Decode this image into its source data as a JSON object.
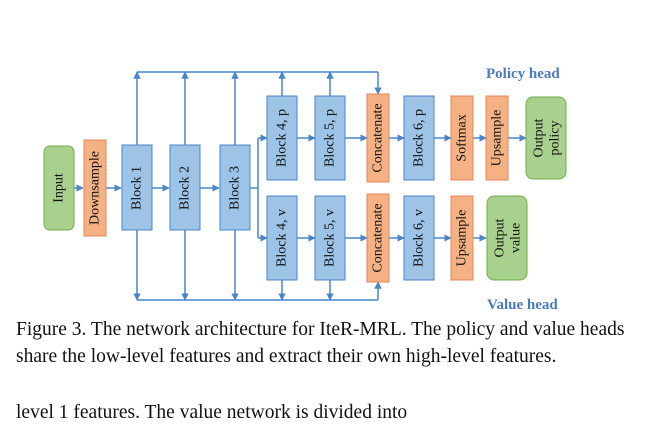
{
  "colors": {
    "line": "#4a86c8",
    "block_fill": "#9dc3e6",
    "block_stroke": "#4a86c8",
    "orange_fill": "#f4b183",
    "orange_stroke": "#e8835a",
    "green_fill": "#a9d18e",
    "green_stroke": "#70ad47",
    "head_label": "#4a7bbf"
  },
  "diagram": {
    "input": "Input",
    "downsample": "Downsample",
    "block1": "Block 1",
    "block2": "Block 2",
    "block3": "Block 3",
    "block4p": "Block 4, p",
    "block5p": "Block 5, p",
    "concat_p": "Concatenate",
    "block6p": "Block 6, p",
    "softmax": "Softmax",
    "upsample_p": "Upsample",
    "output_policy_1": "Output",
    "output_policy_2": "policy",
    "block4v": "Block 4, v",
    "block5v": "Block 5, v",
    "concat_v": "Concatenate",
    "block6v": "Block 6, v",
    "upsample_v": "Upsample",
    "output_value_1": "Output",
    "output_value_2": "value",
    "policy_head": "Policy head",
    "value_head": "Value head"
  },
  "caption": "Figure 3. The network architecture for IteR-MRL. The policy and value heads share the low-level features and extract their own high-level features.",
  "next_line": "level 1 features. The value network is divided into"
}
